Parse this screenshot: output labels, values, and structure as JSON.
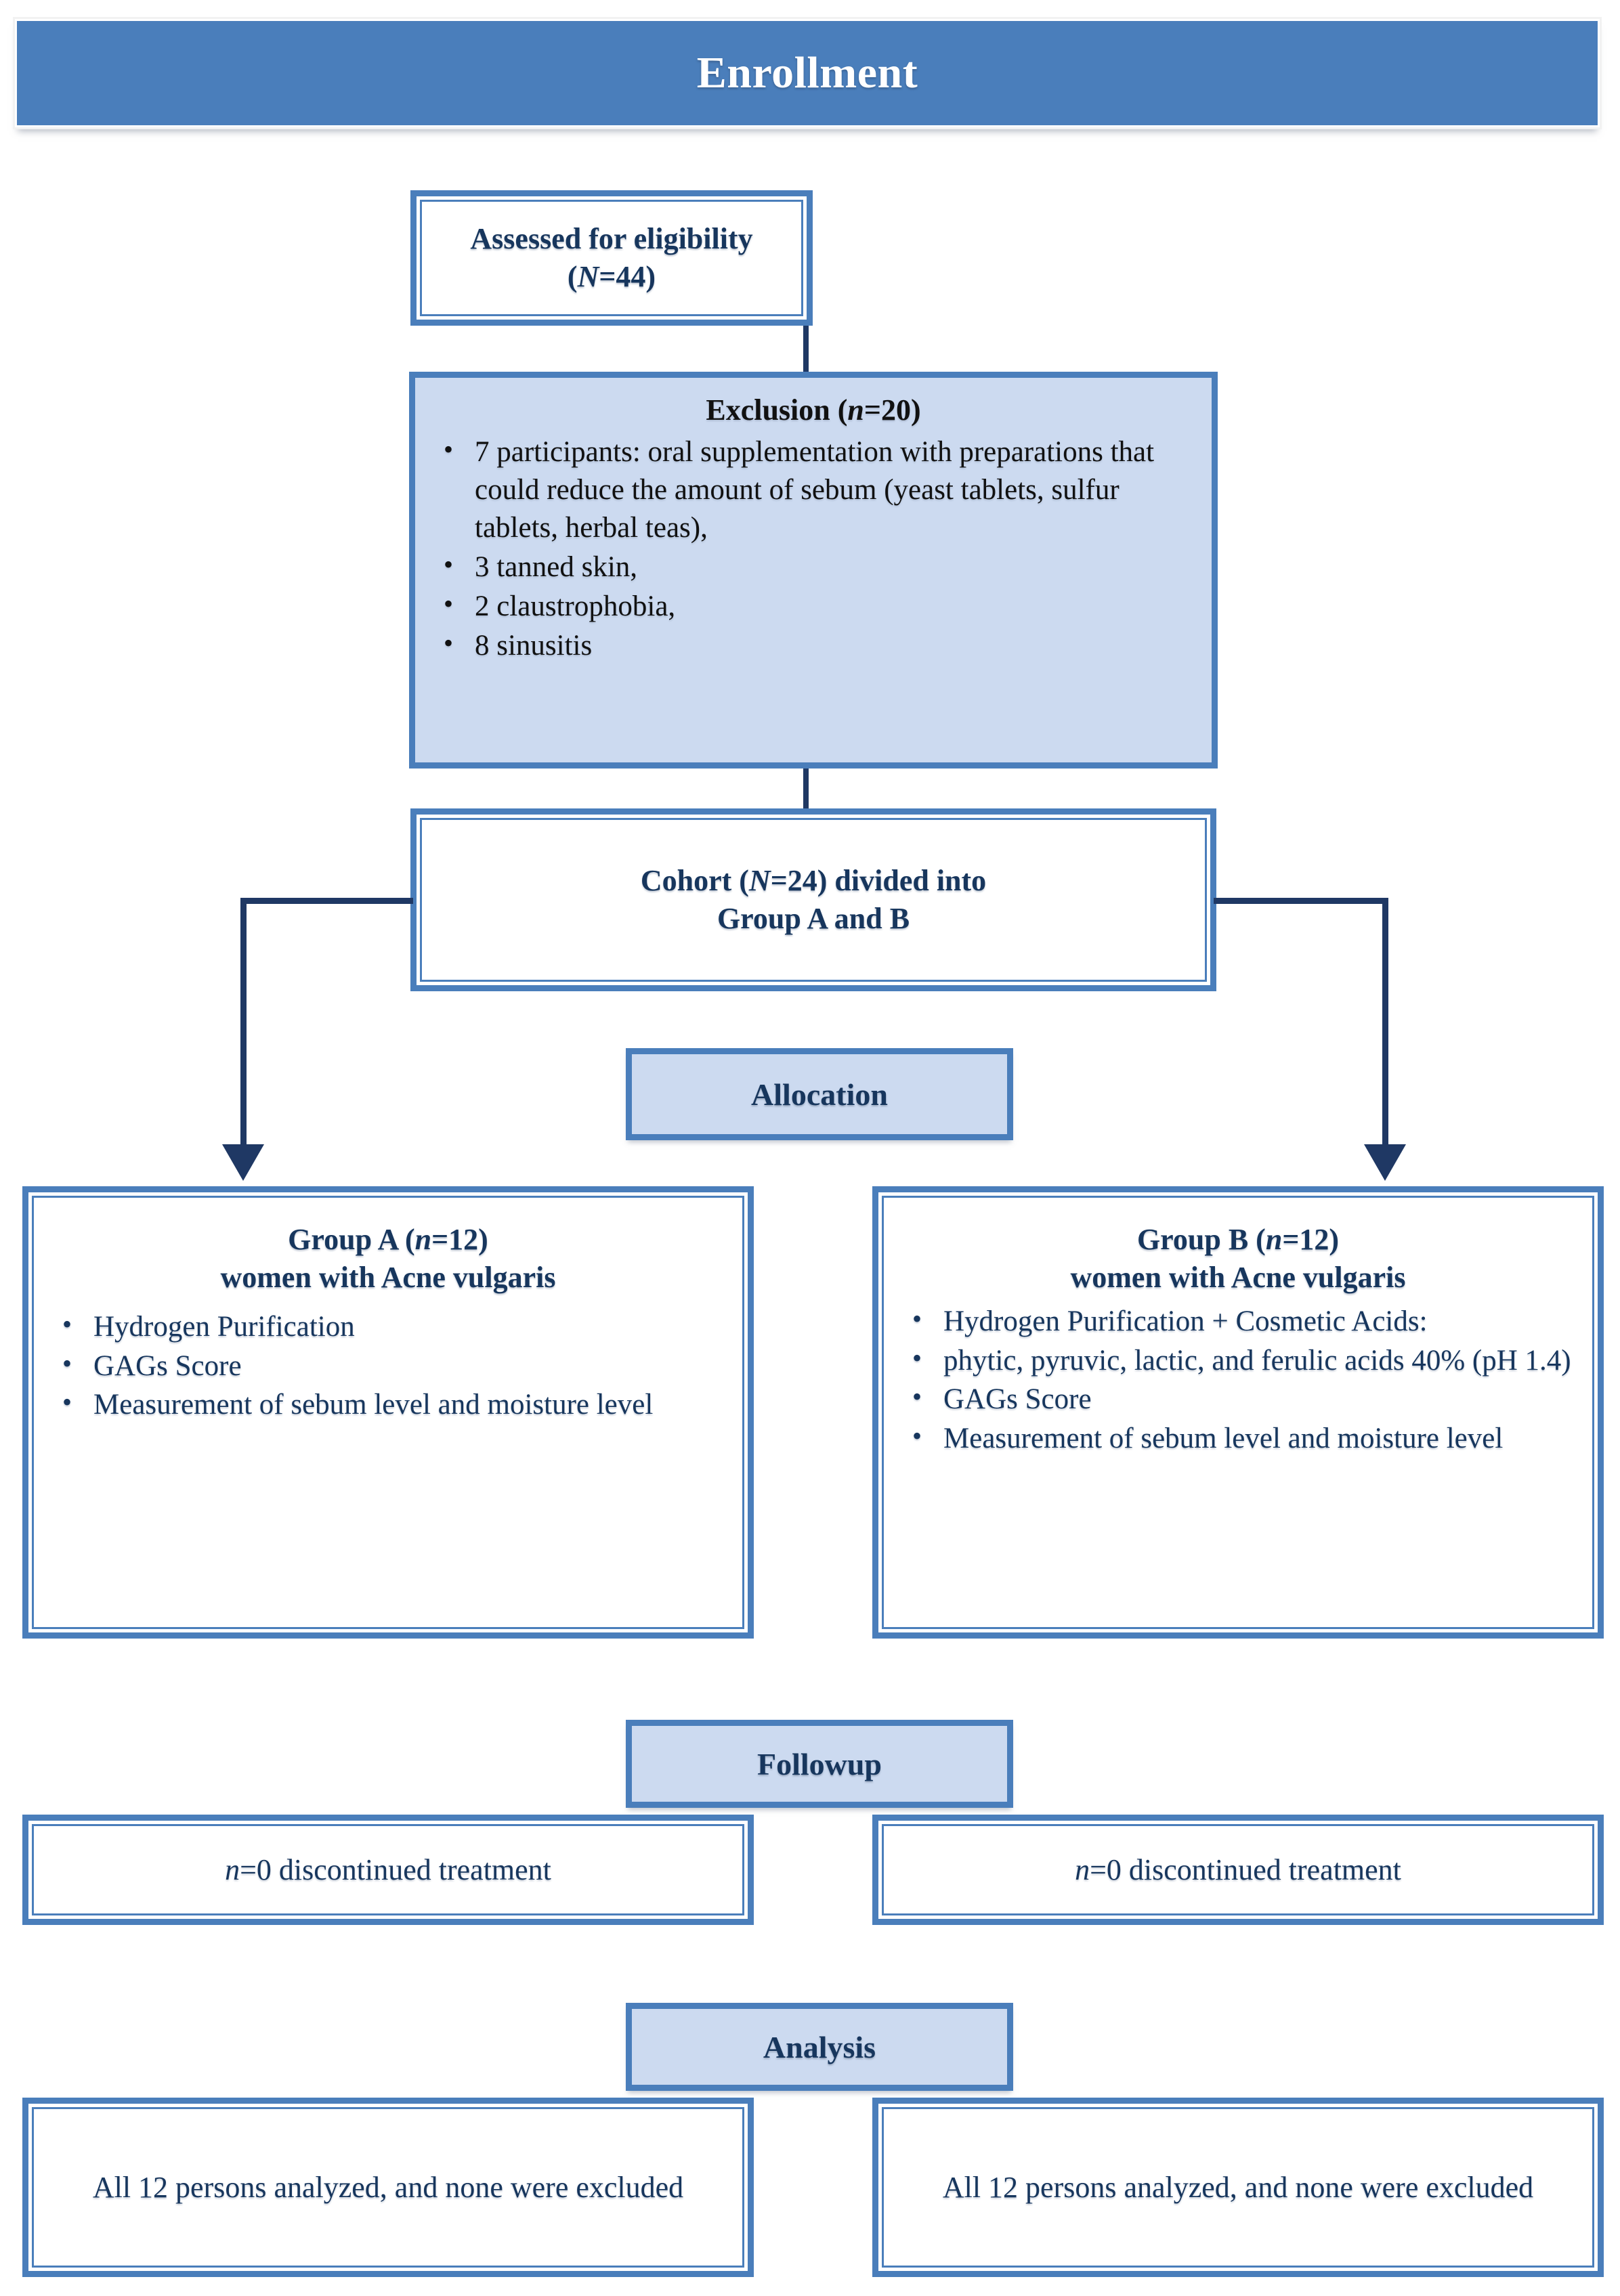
{
  "banner": {
    "title": "Enrollment"
  },
  "eligibility": {
    "label_prefix": "Assessed for eligibility (",
    "label_italic": "N",
    "label_suffix": "=44)"
  },
  "exclusion": {
    "title_prefix": "Exclusion (",
    "title_italic": "n",
    "title_suffix": "=20)",
    "items": [
      "7 participants: oral supplementation with preparations that could reduce the amount of sebum (yeast tablets, sulfur tablets, herbal teas),",
      "3 tanned skin,",
      "2 claustrophobia,",
      "8 sinusitis"
    ]
  },
  "cohort": {
    "line1_prefix": "Cohort (",
    "line1_italic": "N",
    "line1_suffix": "=24) divided into",
    "line2": "Group A and B"
  },
  "stages": {
    "allocation": "Allocation",
    "followup": "Followup",
    "analysis": "Analysis"
  },
  "group_a": {
    "title_prefix": "Group A (",
    "title_italic": "n",
    "title_suffix": "=12)",
    "subtitle": "women with Acne vulgaris",
    "items": [
      "Hydrogen Purification",
      "GAGs Score",
      "Measurement of sebum level and moisture level"
    ]
  },
  "group_b": {
    "title_prefix": "Group B (",
    "title_italic": "n",
    "title_suffix": "=12)",
    "subtitle": "women with Acne vulgaris",
    "items": [
      "Hydrogen Purification + Cosmetic Acids:",
      "phytic, pyruvic, lactic, and ferulic acids 40% (pH 1.4)",
      "GAGs Score",
      "Measurement of sebum level and moisture level"
    ]
  },
  "followup_left": {
    "text_italic": "n",
    "text_suffix": "=0 discontinued treatment"
  },
  "followup_right": {
    "text_italic": "n",
    "text_suffix": "=0 discontinued treatment"
  },
  "analysis_left": {
    "text": "All 12 persons analyzed, and none were excluded"
  },
  "analysis_right": {
    "text": "All 12 persons analyzed, and none were excluded"
  },
  "colors": {
    "banner_fill": "#4A7EBB",
    "box_border": "#4A7EBB",
    "light_fill": "#CCDAF0",
    "navy_text": "#17365D",
    "connector": "#1F3864"
  }
}
